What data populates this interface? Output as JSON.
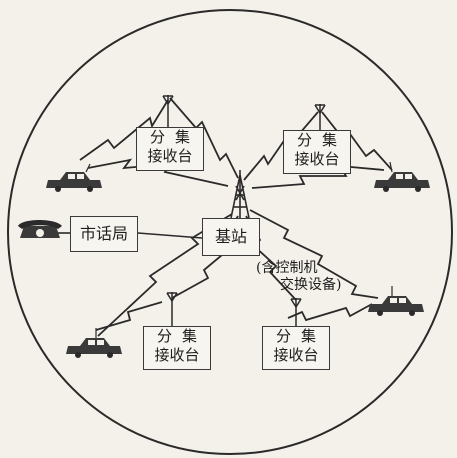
{
  "diagram": {
    "center": {
      "label": "基站",
      "sublabel_line1": "(含控制机",
      "sublabel_line2": "交换设备)"
    },
    "exchange": {
      "label": "市话局"
    },
    "receivers": [
      {
        "line1": "分集",
        "line2": "接收台"
      },
      {
        "line1": "分集",
        "line2": "接收台"
      },
      {
        "line1": "分集",
        "line2": "接收台"
      },
      {
        "line1": "分集",
        "line2": "接收台"
      }
    ],
    "colors": {
      "ink": "#2a2a2a",
      "background": "#f4f1ea"
    },
    "icons": [
      "antenna-icon",
      "car-icon",
      "telephone-icon",
      "tower-icon"
    ]
  }
}
